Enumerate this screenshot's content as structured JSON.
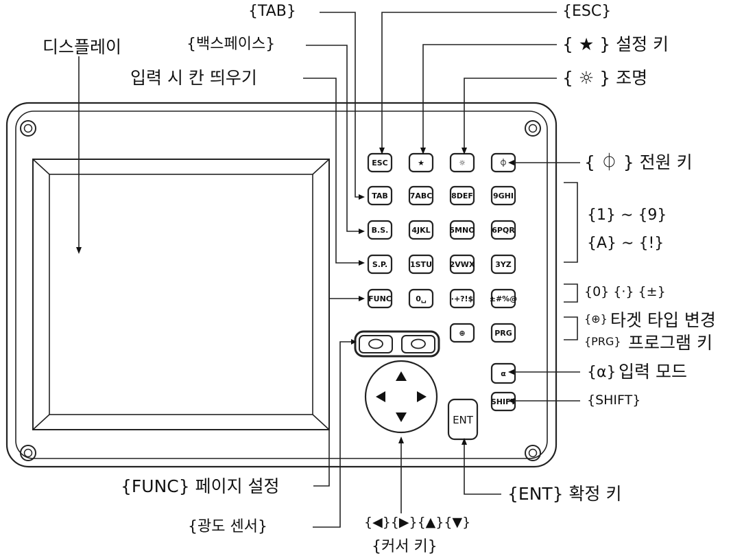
{
  "labels": {
    "display": "디스플레이",
    "tab": "{TAB}",
    "backspace": "{백스페이스}",
    "space": "입력 시 칸 띄우기",
    "esc": "{ESC}",
    "star": "{ ★ } 설정 키",
    "light": "{ ☼ } 조명",
    "power": "{ ⏀ } 전원 키",
    "num19": "{1} ∼ {9}",
    "alpha": "{A} ∼ {!}",
    "zero": "{0} {·} {±}",
    "target": "타겟 타입 변경",
    "target_key": "{⊕}",
    "prg": "프로그램 키",
    "prg_key": "{PRG}",
    "alpha_mode": "입력 모드",
    "alpha_key": "{α}",
    "shift": "{SHIFT}",
    "func": "{FUNC} 페이지 설정",
    "sensor": "{광도 센서}",
    "arrows": "{◀}{▶}{▲}{▼}",
    "cursor": "{커서 키}",
    "ent": "{ENT} 확정 키"
  },
  "keys": {
    "row1": [
      "ESC",
      "★",
      "☼",
      "⏀"
    ],
    "row2": [
      "TAB",
      "7ABC",
      "8DEF",
      "9GHI"
    ],
    "row3": [
      "B.S.",
      "4JKL",
      "5MNO",
      "6PQR"
    ],
    "row4": [
      "S.P.",
      "1STU",
      "2VWX",
      "3YZ"
    ],
    "row5": [
      "FUNC",
      "0␣",
      "·+?!$",
      "±#%@"
    ],
    "row6": [
      "⊕",
      "PRG"
    ],
    "alpha": "α",
    "shift": "SHIFT",
    "ent": "ENT"
  }
}
